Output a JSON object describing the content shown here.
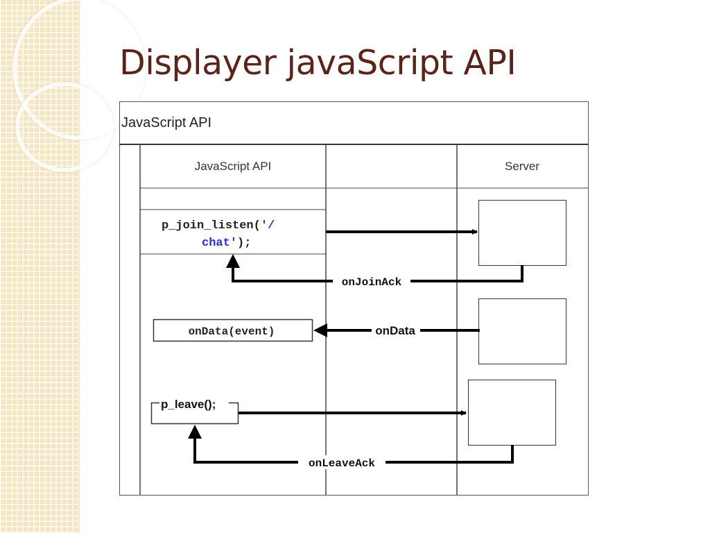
{
  "slide": {
    "title": "Displayer javaScript API"
  },
  "diagram": {
    "header": "JavaScript API",
    "lanes": [
      "JavaScript API",
      "",
      "Server"
    ],
    "join_call": {
      "line1": "p_join_listen(",
      "string_part1": "'/",
      "string_part2": "chat'",
      "line2_end": ");"
    },
    "on_data_box": "onData(event)",
    "leave_box": "p_leave();",
    "messages": {
      "join_ack": "onJoinAck",
      "data": "onData",
      "leave_ack": "onLeaveAck"
    },
    "colors": {
      "title": "#5a2418",
      "string_literal": "#2c2ccc",
      "line": "#000000"
    }
  }
}
